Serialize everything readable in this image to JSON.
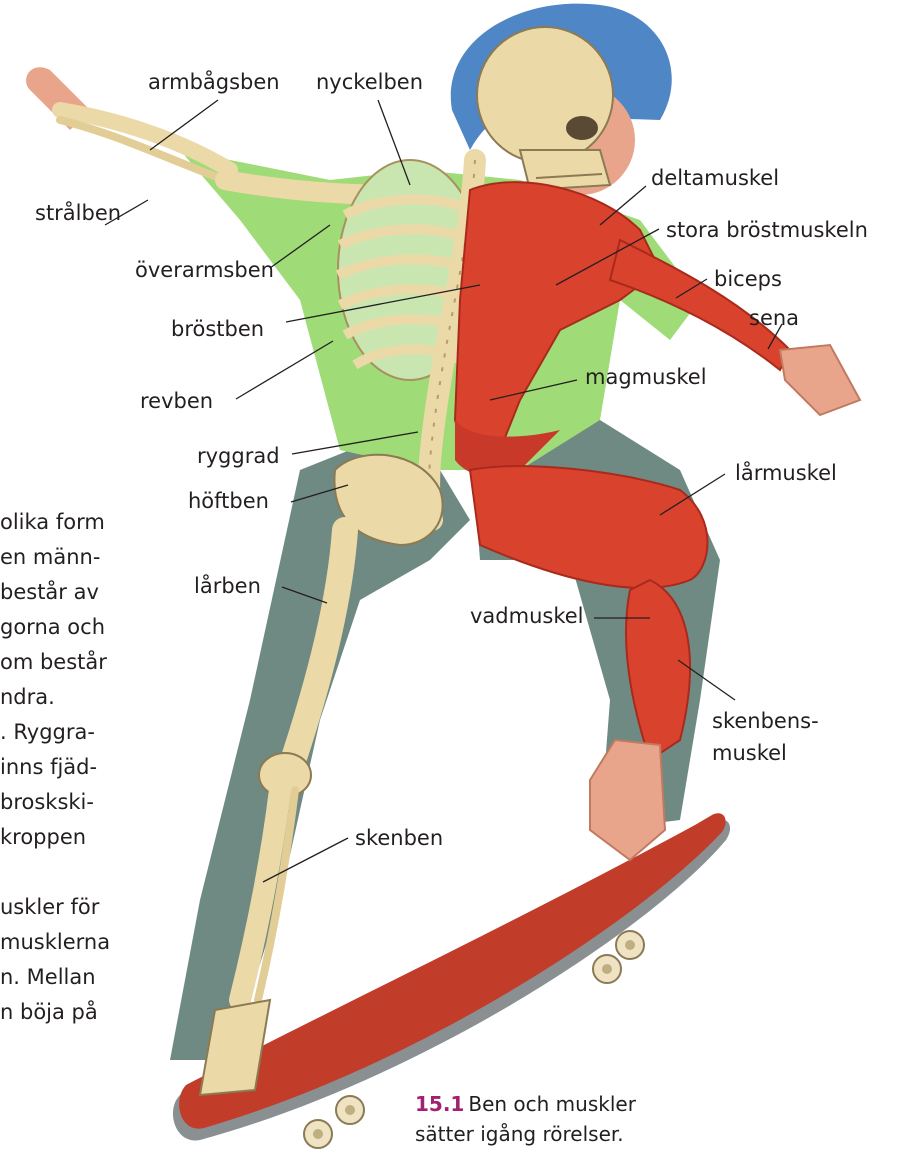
{
  "labels": {
    "armbagsben": "armbågsben",
    "nyckelben": "nyckelben",
    "stralben": "strålben",
    "deltamuskel": "deltamuskel",
    "stora_brostmuskeln": "stora bröstmuskeln",
    "overarmsben": "överarmsben",
    "biceps": "biceps",
    "brostben": "bröstben",
    "sena": "sena",
    "revben": "revben",
    "magmuskel": "magmuskel",
    "ryggrad": "ryggrad",
    "lararmuskel": "lårmuskel",
    "hoftben": "höftben",
    "larben": "lårben",
    "vadmuskel": "vadmuskel",
    "skenbensmuskel_1": "skenbens-",
    "skenbensmuskel_2": "muskel",
    "skenben": "skenben"
  },
  "body_text": [
    "olika form",
    "en männ-",
    "består av",
    "gorna och",
    "om består",
    "ndra.",
    ". Ryggra-",
    "inns fjäd-",
    "broskski-",
    "kroppen",
    "",
    "uskler för",
    "musklerna",
    "n. Mellan",
    "n böja på"
  ],
  "caption": {
    "number": "15.1",
    "line1": "Ben och muskler",
    "line2": "sätter igång rörelser."
  },
  "colors": {
    "bone": "#ecd9a8",
    "bone_outline": "#8c7a52",
    "muscle": "#d9432e",
    "muscle_dark": "#a92a1c",
    "shirt": "#9fdb76",
    "pants": "#6f8a82",
    "helmet": "#4f86c6",
    "skin": "#e9a58c",
    "board": "#c23c2a",
    "wheel": "#efe3c4",
    "caption_accent": "#a3206e"
  }
}
